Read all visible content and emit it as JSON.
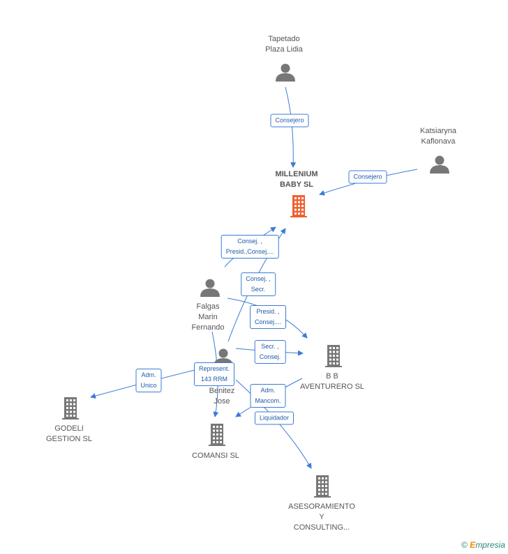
{
  "colors": {
    "edge": "#3a7bd5",
    "person": "#777777",
    "company": "#777777",
    "main_company": "#f06030"
  },
  "nodes": [
    {
      "id": "tapetado",
      "type": "person",
      "label": "Tapetado\nPlaza Lidia"
    },
    {
      "id": "katsiaryna",
      "type": "person",
      "label": "Katsiaryna\nKaflonava"
    },
    {
      "id": "millenium",
      "type": "main-company",
      "label": "MILLENIUM\nBABY SL"
    },
    {
      "id": "falgas",
      "type": "person",
      "label": "Falgas\nMarin\nFernando"
    },
    {
      "id": "benitez",
      "type": "person",
      "label": "Benitez\nJose"
    },
    {
      "id": "bb",
      "type": "company",
      "label": "B B\nAVENTURERO SL"
    },
    {
      "id": "godeli",
      "type": "company",
      "label": "GODELI\nGESTION SL"
    },
    {
      "id": "comansi",
      "type": "company",
      "label": "COMANSI SL"
    },
    {
      "id": "asesoramiento",
      "type": "company",
      "label": "ASESORAMIENTO\nY\nCONSULTING..."
    }
  ],
  "edges": [
    {
      "from": "tapetado",
      "to": "millenium",
      "label": "Consejero"
    },
    {
      "from": "katsiaryna",
      "to": "millenium",
      "label": "Consejero"
    },
    {
      "from": "falgas",
      "to": "millenium",
      "label": "Consej. ,\nPresid.,Consej...."
    },
    {
      "from": "benitez",
      "to": "millenium",
      "label": "Consej. ,\nSecr."
    },
    {
      "from": "falgas",
      "to": "bb",
      "label": "Presid. ,\nConsej...."
    },
    {
      "from": "benitez",
      "to": "bb",
      "label": "Secr. ,\nConsej."
    },
    {
      "from": "benitez",
      "to": "godeli",
      "label": "Adm.\nUnico"
    },
    {
      "from": "falgas",
      "to": "comansi",
      "label": "Represent.\n143 RRM"
    },
    {
      "from": "bb",
      "to": "comansi",
      "label": "Adm.\nMancom."
    },
    {
      "from": "benitez",
      "to": "asesoramiento",
      "label": "Liquidador"
    }
  ],
  "footer": {
    "copyright": "©",
    "brand_first": "E",
    "brand_rest": "mpresia"
  }
}
